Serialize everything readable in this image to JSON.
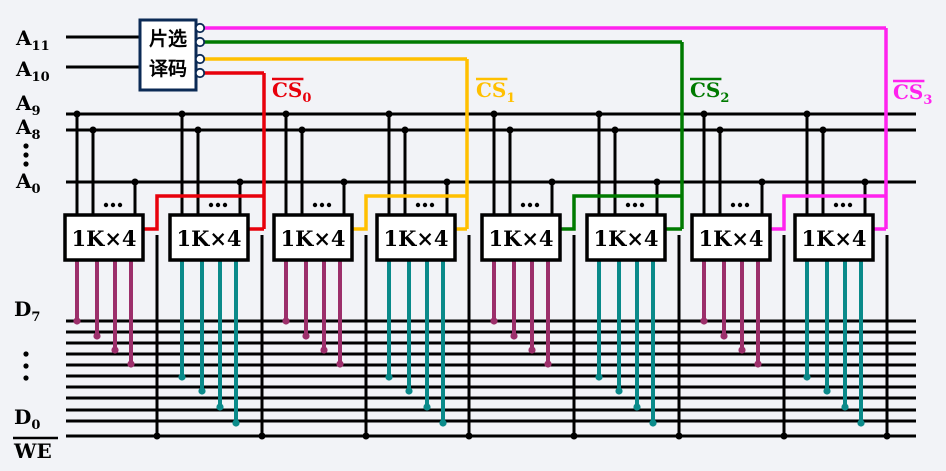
{
  "decoder": {
    "line1": "片选",
    "line2": "译码"
  },
  "address_inputs": [
    {
      "base": "A",
      "sub": "11"
    },
    {
      "base": "A",
      "sub": "10"
    },
    {
      "base": "A",
      "sub": "9"
    },
    {
      "base": "A",
      "sub": "8"
    },
    {
      "base": "A",
      "sub": "0"
    }
  ],
  "data_labels": [
    {
      "base": "D",
      "sub": "7"
    },
    {
      "base": "D",
      "sub": "0"
    }
  ],
  "we_label": "WE",
  "ellipsis": "…",
  "chip_label": "1K×4",
  "chip_selects": [
    {
      "base": "CS",
      "sub": "0",
      "color": "#e8000b"
    },
    {
      "base": "CS",
      "sub": "1",
      "color": "#ffc000"
    },
    {
      "base": "CS",
      "sub": "2",
      "color": "#007a00"
    },
    {
      "base": "CS",
      "sub": "3",
      "color": "#ff22ee"
    }
  ],
  "colors": {
    "bus": "#000000",
    "decoder_border": "#0b2a55",
    "data_high": "#9c2f6b",
    "data_low": "#0a8a8a"
  }
}
